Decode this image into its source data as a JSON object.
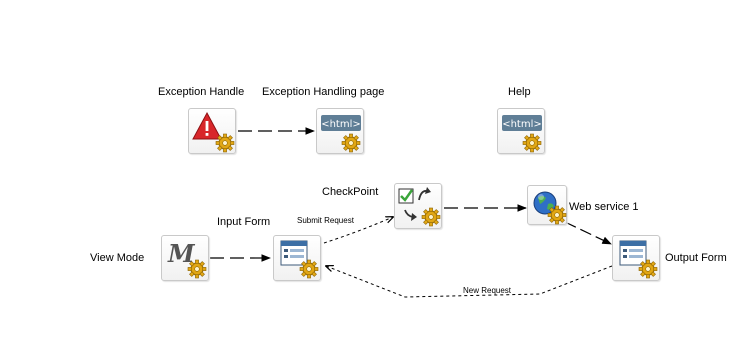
{
  "nodes": {
    "exception_handler": {
      "label": "Exception Handle",
      "icon": "warning-triangle-icon"
    },
    "exception_page": {
      "label": "Exception Handling page",
      "icon": "html-page-icon",
      "badge": "<html>"
    },
    "help": {
      "label": "Help",
      "icon": "html-page-icon",
      "badge": "<html>"
    },
    "checkpoint": {
      "label": "CheckPoint",
      "icon": "checkpoint-icon"
    },
    "web_service": {
      "label": "Web service 1",
      "icon": "globe-icon"
    },
    "input_form": {
      "label": "Input Form",
      "icon": "form-icon"
    },
    "view_mode": {
      "label": "View Mode",
      "icon": "model-m-icon"
    },
    "output_form": {
      "label": "Output Form",
      "icon": "form-icon"
    }
  },
  "edges": {
    "submit_request": {
      "label": "Submit Request"
    },
    "new_request": {
      "label": "New Request"
    }
  },
  "colors": {
    "accent_red": "#d8262a",
    "html_badge": "#5f7e96",
    "gear": "#e2a714",
    "check_green": "#3aa53a",
    "globe_blue": "#2f6fc6"
  }
}
